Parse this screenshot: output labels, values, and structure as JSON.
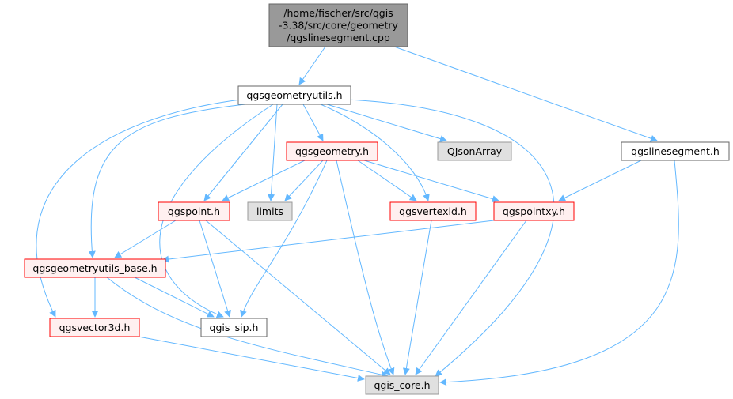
{
  "colors": {
    "edge": "#63b8ff",
    "root_fill": "#999999",
    "root_stroke": "#666666",
    "plain_fill": "#ffffff",
    "plain_stroke": "#666666",
    "red_fill": "#fff0f0",
    "red_stroke": "#ff0000",
    "gray_fill": "#e0e0e0",
    "gray_stroke": "#999999"
  },
  "nodes": {
    "root": {
      "lines": [
        "/home/fischer/src/qgis",
        "-3.38/src/core/geometry",
        "/qgslinesegment.cpp"
      ],
      "style": "root"
    },
    "geometryutils": {
      "lines": [
        "qgsgeometryutils.h"
      ],
      "style": "plain"
    },
    "linesegment": {
      "lines": [
        "qgslinesegment.h"
      ],
      "style": "plain"
    },
    "geometry": {
      "lines": [
        "qgsgeometry.h"
      ],
      "style": "red"
    },
    "qjsonarray": {
      "lines": [
        "QJsonArray"
      ],
      "style": "gray"
    },
    "point": {
      "lines": [
        "qgspoint.h"
      ],
      "style": "red"
    },
    "limits": {
      "lines": [
        "limits"
      ],
      "style": "gray"
    },
    "vertexid": {
      "lines": [
        "qgsvertexid.h"
      ],
      "style": "red"
    },
    "pointxy": {
      "lines": [
        "qgspointxy.h"
      ],
      "style": "red"
    },
    "utils_base": {
      "lines": [
        "qgsgeometryutils_base.h"
      ],
      "style": "red"
    },
    "vector3d": {
      "lines": [
        "qgsvector3d.h"
      ],
      "style": "red"
    },
    "sip": {
      "lines": [
        "qgis_sip.h"
      ],
      "style": "plain"
    },
    "core": {
      "lines": [
        "qgis_core.h"
      ],
      "style": "gray"
    }
  },
  "edges": [
    [
      "root",
      "geometryutils"
    ],
    [
      "root",
      "linesegment"
    ],
    [
      "geometryutils",
      "geometry"
    ],
    [
      "geometryutils",
      "qjsonarray"
    ],
    [
      "geometryutils",
      "point"
    ],
    [
      "geometryutils",
      "limits"
    ],
    [
      "geometryutils",
      "vertexid"
    ],
    [
      "geometryutils",
      "utils_base"
    ],
    [
      "geometryutils",
      "vector3d"
    ],
    [
      "geometryutils",
      "sip"
    ],
    [
      "geometryutils",
      "core"
    ],
    [
      "linesegment",
      "pointxy"
    ],
    [
      "linesegment",
      "core"
    ],
    [
      "geometry",
      "point"
    ],
    [
      "geometry",
      "limits"
    ],
    [
      "geometry",
      "vertexid"
    ],
    [
      "geometry",
      "pointxy"
    ],
    [
      "geometry",
      "sip"
    ],
    [
      "geometry",
      "core"
    ],
    [
      "point",
      "utils_base"
    ],
    [
      "point",
      "sip"
    ],
    [
      "point",
      "core"
    ],
    [
      "vertexid",
      "core"
    ],
    [
      "pointxy",
      "utils_base"
    ],
    [
      "pointxy",
      "core"
    ],
    [
      "utils_base",
      "vector3d"
    ],
    [
      "utils_base",
      "sip"
    ],
    [
      "utils_base",
      "core"
    ],
    [
      "vector3d",
      "core"
    ]
  ]
}
